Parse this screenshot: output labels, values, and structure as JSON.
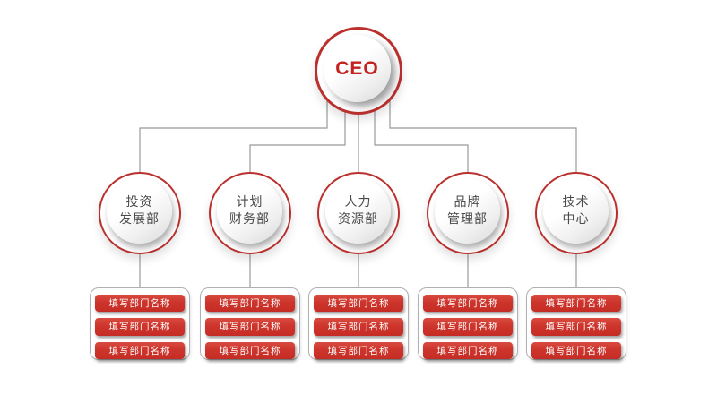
{
  "slide": {
    "background": "#ffffff"
  },
  "colors": {
    "ring_red": "#b9302d",
    "placeholder_red": "#cd352c",
    "ceo_text_red": "#c2211e",
    "dept_text_gray": "#4a4a4a",
    "connector_gray": "#999999",
    "group_border_gray": "#b0b0b0"
  },
  "org_chart": {
    "type": "org-tree",
    "root": {
      "label": "CEO"
    },
    "placeholder_text": "填写部门名称",
    "departments": [
      {
        "name": "投资发展部",
        "line1": "投资",
        "line2": "发展部",
        "children": [
          "填写部门名称",
          "填写部门名称",
          "填写部门名称"
        ]
      },
      {
        "name": "计划财务部",
        "line1": "计划",
        "line2": "财务部",
        "children": [
          "填写部门名称",
          "填写部门名称",
          "填写部门名称"
        ]
      },
      {
        "name": "人力资源部",
        "line1": "人力",
        "line2": "资源部",
        "children": [
          "填写部门名称",
          "填写部门名称",
          "填写部门名称"
        ]
      },
      {
        "name": "品牌管理部",
        "line1": "品牌",
        "line2": "管理部",
        "children": [
          "填写部门名称",
          "填写部门名称",
          "填写部门名称"
        ]
      },
      {
        "name": "技术中心",
        "line1": "技术",
        "line2": "中心",
        "children": [
          "填写部门名称",
          "填写部门名称",
          "填写部门名称"
        ]
      }
    ]
  }
}
